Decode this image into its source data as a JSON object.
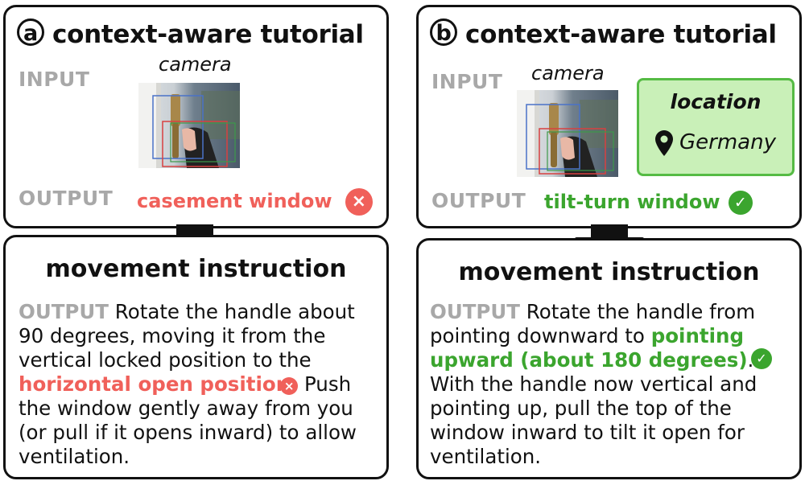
{
  "panel_a": {
    "letter": "a",
    "title": "context-aware tutorial",
    "input_label": "INPUT",
    "camera_label": "camera",
    "output_label": "OUTPUT",
    "result": "casement window",
    "instruction": {
      "title": "movement instruction",
      "output_label": "OUTPUT",
      "text_1": "Rotate the handle about 90 degrees, moving it from the vertical locked position to the ",
      "highlight": "horizontal open position",
      "text_2": " Push the window gently away from you (or pull if it opens inward) to allow ventilation."
    }
  },
  "panel_b": {
    "letter": "b",
    "title": "context-aware tutorial",
    "input_label": "INPUT",
    "camera_label": "camera",
    "location_title": "location",
    "location_value": "Germany",
    "output_label": "OUTPUT",
    "result": "tilt-turn window",
    "instruction": {
      "title": "movement instruction",
      "output_label": "OUTPUT",
      "text_1": "Rotate the handle from pointing downward to ",
      "highlight": "pointing upward (about 180 degrees)",
      "text_2": ". With the handle now vertical and pointing up, pull the top of the window inward to tilt it open for ventilation."
    }
  },
  "colors": {
    "wrong": "#f0605a",
    "correct": "#3ba52e",
    "location_fill": "#c9f0b8",
    "label_gray": "#a8a8a8"
  },
  "icons": {
    "wrong": "x-circle-icon",
    "correct": "check-circle-icon",
    "location": "map-pin-icon"
  }
}
